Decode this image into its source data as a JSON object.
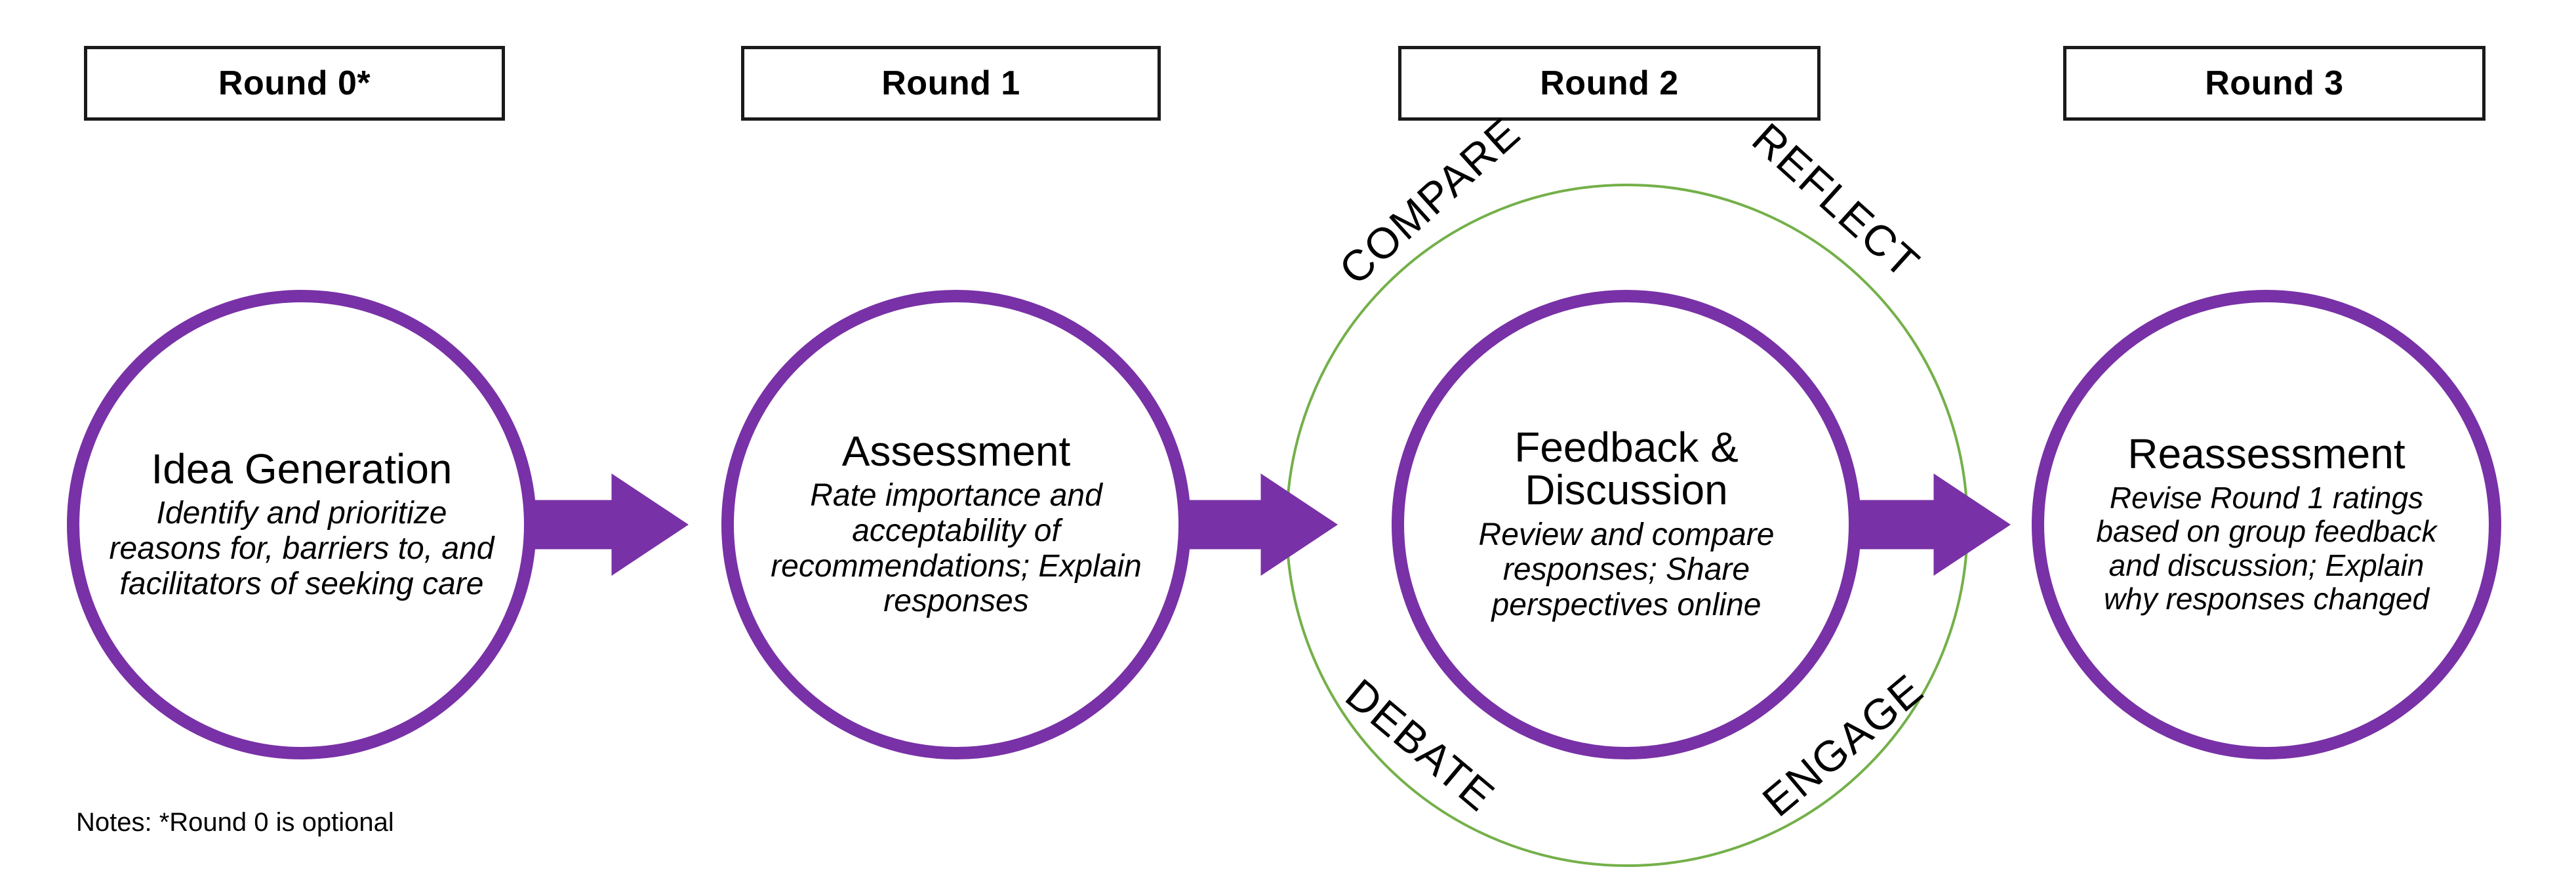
{
  "figure": {
    "type": "process-flow-diagram",
    "background_color": "#ffffff",
    "accent_purple": "#7831A6",
    "accent_green": "#74B04A",
    "text_color": "#000000"
  },
  "round_headers": [
    {
      "label": "Round 0*"
    },
    {
      "label": "Round 1"
    },
    {
      "label": "Round 2"
    },
    {
      "label": "Round 3"
    }
  ],
  "stages": [
    {
      "title": "Idea Generation",
      "description": "Identify and prioritize reasons for, barriers to, and  facilitators of seeking care"
    },
    {
      "title": "Assessment",
      "description": "Rate importance and acceptability of recommendations; Explain responses"
    },
    {
      "title": "Feedback & Discussion",
      "description": "Review and compare responses; Share perspectives online"
    },
    {
      "title": "Reassessment",
      "description": "Revise Round 1 ratings based on group feedback and discussion; Explain why responses changed"
    }
  ],
  "curved_words": {
    "top_left": "COMPARE",
    "top_right": "REFLECT",
    "bottom_left": "DEBATE",
    "bottom_right": "ENGAGE"
  },
  "footnote": {
    "text": "Notes: *Round 0 is optional"
  },
  "icons": {
    "arrow_1": "right-arrow-icon",
    "arrow_2": "right-arrow-icon",
    "arrow_3": "right-arrow-icon",
    "green_ring": "circular-ring-icon"
  }
}
